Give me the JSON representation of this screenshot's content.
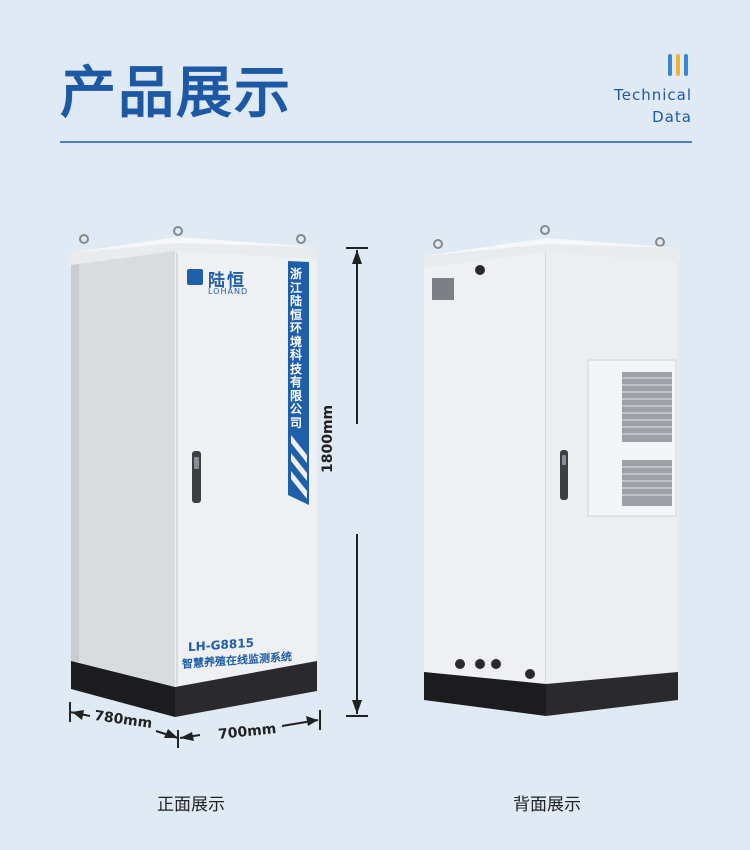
{
  "header": {
    "title": "产品展示",
    "tag_line1": "Technical",
    "tag_line2": "Data",
    "accent": "#1d58a5",
    "bar_colors": [
      "#3a86d6",
      "#f2b233",
      "#3a86d6"
    ]
  },
  "front": {
    "brand": "陆恒",
    "brand_en": "LOHAND",
    "company": "浙江陆恒环境科技有限公司",
    "model": "LH-G8815",
    "system_name": "智慧养殖在线监测系统",
    "caption": "正面展示"
  },
  "back": {
    "caption": "背面展示"
  },
  "dimensions": {
    "height": "1800mm",
    "depth": "780mm",
    "width": "700mm"
  }
}
